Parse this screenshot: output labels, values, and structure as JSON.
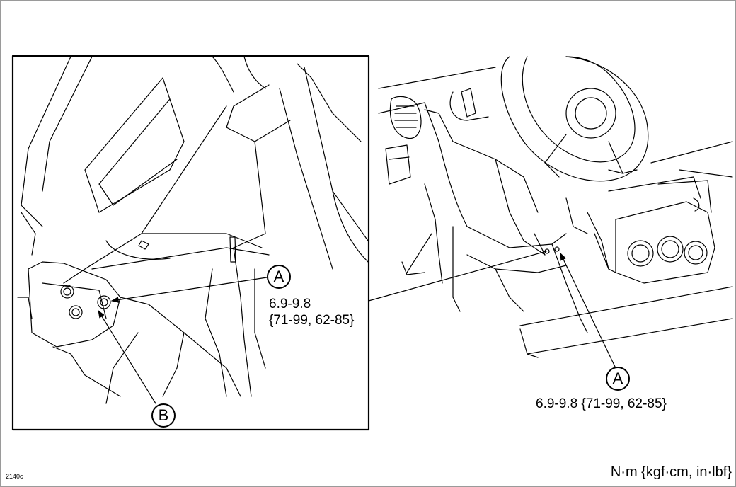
{
  "figure": {
    "id": "2140c",
    "units": "N·m {kgf·cm, in·lbf}",
    "colors": {
      "line": "#000000",
      "background": "#ffffff",
      "frame": "#9a9a9a"
    }
  },
  "callouts": {
    "detail_a_letter": "A",
    "detail_a_torque": "6.9-9.8",
    "detail_a_torque_alt": "{71-99, 62-85}",
    "detail_b_letter": "B",
    "overview_a_letter": "A",
    "overview_a_torque": "6.9-9.8 {71-99, 62-85}"
  }
}
